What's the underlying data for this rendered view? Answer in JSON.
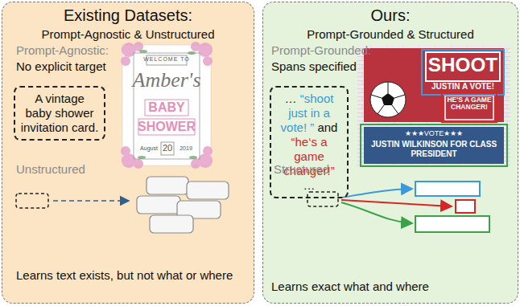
{
  "diagram": {
    "nodes": [
      {
        "text": [
          "Existing Datasets:",
          "Prompt-Agnostic & Unstructured"
        ]
      },
      {
        "text": [
          "A vintage baby shower invitation card."
        ],
        "in": 0
      },
      {
        "text": [
          "Ours:",
          "Prompt-Grounded & Structured"
        ]
      },
      {
        "text": [
          "…",
          "“shoot just in a vote! ”",
          "and",
          "“he‘s a game changer!”",
          "…"
        ],
        "in": 2
      }
    ],
    "labels": [
      "Prompt-Agnostic:",
      "No explicit target",
      "WELCOME TO",
      "Amber's",
      "BABY",
      "SHOWER",
      "August",
      "20",
      "2019",
      "Unstructured",
      "Learns text exists, but not what or where",
      "Prompt-Grounded:",
      "Spans specified",
      "SHOOT",
      "JUSTIN A VOTE!",
      "HE'S A GAME CHANGER!",
      "★★★VOTE★★★",
      "JUSTIN WILKINSON FOR CLASS PRESIDENT",
      "Structured",
      "Learns exact what and where"
    ]
  }
}
